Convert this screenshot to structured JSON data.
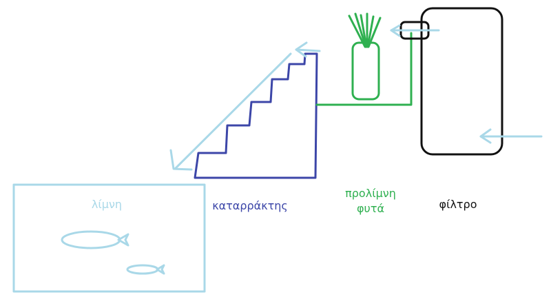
{
  "labels": {
    "pond": "λίμνη",
    "waterfall": "καταρράκτης",
    "prepond_line1": "προλίμνη",
    "prepond_line2": "φυτά",
    "filter": "φίλτρο"
  },
  "colors": {
    "water": "#a9d8e8",
    "waterfall": "#3c46a8",
    "plants": "#2fb050",
    "filter": "#111111"
  }
}
